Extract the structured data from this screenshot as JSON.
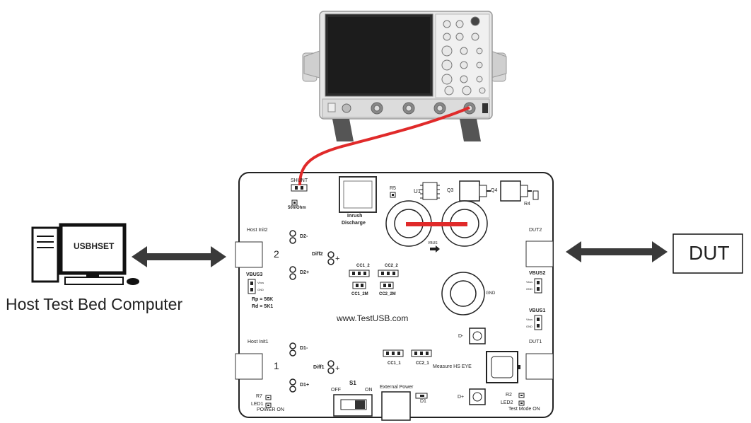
{
  "computer": {
    "screen_text": "USBHSET",
    "caption": "Host Test Bed Computer"
  },
  "dut": {
    "label": "DUT"
  },
  "board": {
    "shunt": "SHUNT",
    "shunt_value": "50mOhm",
    "inrush": "Inrush",
    "discharge": "Discharge",
    "r5": "R5",
    "u1": "U1",
    "q3": "Q3",
    "q4": "Q4",
    "r4": "R4",
    "host_init2": "Host Init2",
    "num2": "2",
    "d2minus": "D2-",
    "d2plus": "D2+",
    "diff2": "Diff2",
    "plus": "+",
    "vbus3": "VBUS3",
    "vbus": "Vbus",
    "gnd_small": "GND",
    "rp": "Rp = 56K",
    "rd": "Rd = 5K1",
    "cc1_2": "CC1_2",
    "cc2_2": "CC2_2",
    "cc1_2m": "CC1_2M",
    "cc2_2m": "CC2_2M",
    "vbus_arrow": "VBUS",
    "gnd": "GND",
    "dut2": "DUT2",
    "vbus2": "VBUS2",
    "vbus1": "VBUS1",
    "website": "www.TestUSB.com",
    "dminus": "D-",
    "dplus": "D+",
    "dut1": "DUT1",
    "host_init1": "Host Init1",
    "num1": "1",
    "d1minus": "D1-",
    "d1plus": "D1+",
    "diff1": "Diff1",
    "cc1_1": "CC1_1",
    "cc2_1": "CC2_1",
    "measure": "Measure HS EYE",
    "s1": "S1",
    "off": "OFF",
    "on": "ON",
    "ext_power": "External Power",
    "d1": "D1",
    "r7": "R7",
    "led1": "LED1",
    "power_on": "POWER ON",
    "r2": "R2",
    "led2": "LED2",
    "test_mode_on": "Test Mode ON"
  }
}
